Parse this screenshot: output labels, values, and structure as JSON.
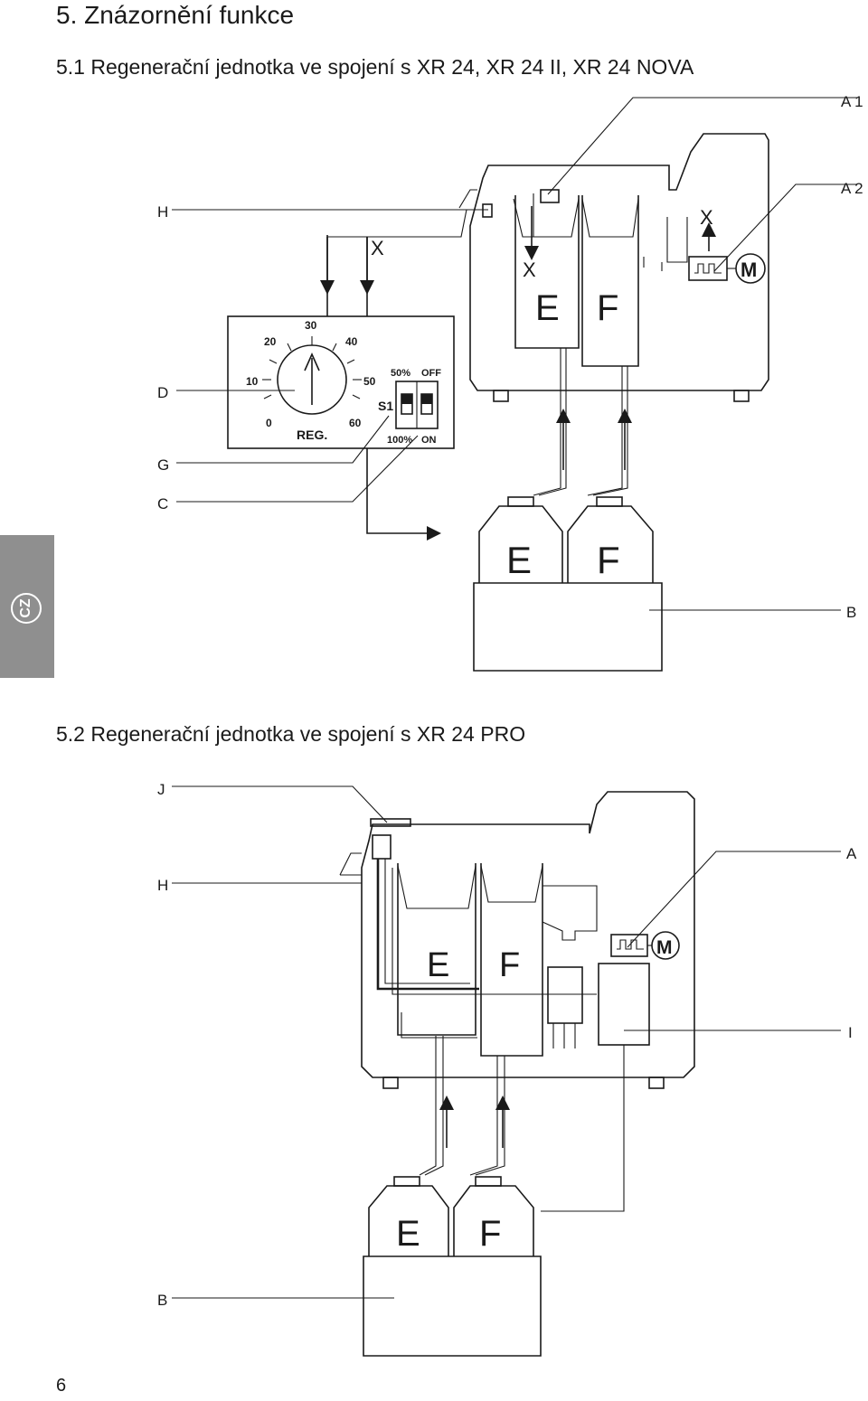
{
  "section_title": "5. Znázornění funkce",
  "fig1": {
    "title": "5.1 Regenerační jednotka ve spojení s XR 24, XR 24 II, XR 24 NOVA",
    "callouts": {
      "a1": "A 1",
      "a2": "A 2",
      "h": "H",
      "d": "D",
      "g": "G",
      "c": "C",
      "b": "B"
    },
    "marks": {
      "x": "X",
      "e": "E",
      "f": "F",
      "m": "M"
    },
    "dial": {
      "ticks": [
        "0",
        "10",
        "20",
        "30",
        "40",
        "50",
        "60"
      ],
      "label": "REG."
    },
    "switch": {
      "label": "S1",
      "top_left": "50%",
      "top_right": "OFF",
      "bottom_left": "100%",
      "bottom_right": "ON"
    }
  },
  "fig2": {
    "title": "5.2 Regenerační jednotka ve spojení s XR 24 PRO",
    "callouts": {
      "j": "J",
      "h": "H",
      "a": "A",
      "i": "I",
      "b": "B"
    },
    "marks": {
      "e": "E",
      "f": "F",
      "m": "M"
    }
  },
  "side_tab": "CZ",
  "page_number": "6"
}
